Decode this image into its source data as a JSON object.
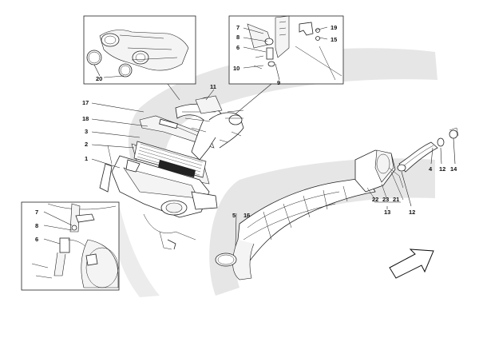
{
  "callouts": {
    "c1": "1",
    "c2": "2",
    "c3": "3",
    "c4": "4",
    "c5": "5",
    "c6": "6",
    "c7": "7",
    "c8": "8",
    "c9": "9",
    "c10": "10",
    "c11": "11",
    "c12a": "12",
    "c12b": "12",
    "c13": "13",
    "c14": "14",
    "c15": "15",
    "c16": "16",
    "c17": "17",
    "c18": "18",
    "c19": "19",
    "c20": "20",
    "c21": "21",
    "c22": "22",
    "c23": "23",
    "d6": "6",
    "d7": "7",
    "d8": "8"
  },
  "colors": {
    "swoosh": "#e3e3e3",
    "line": "#222222"
  }
}
